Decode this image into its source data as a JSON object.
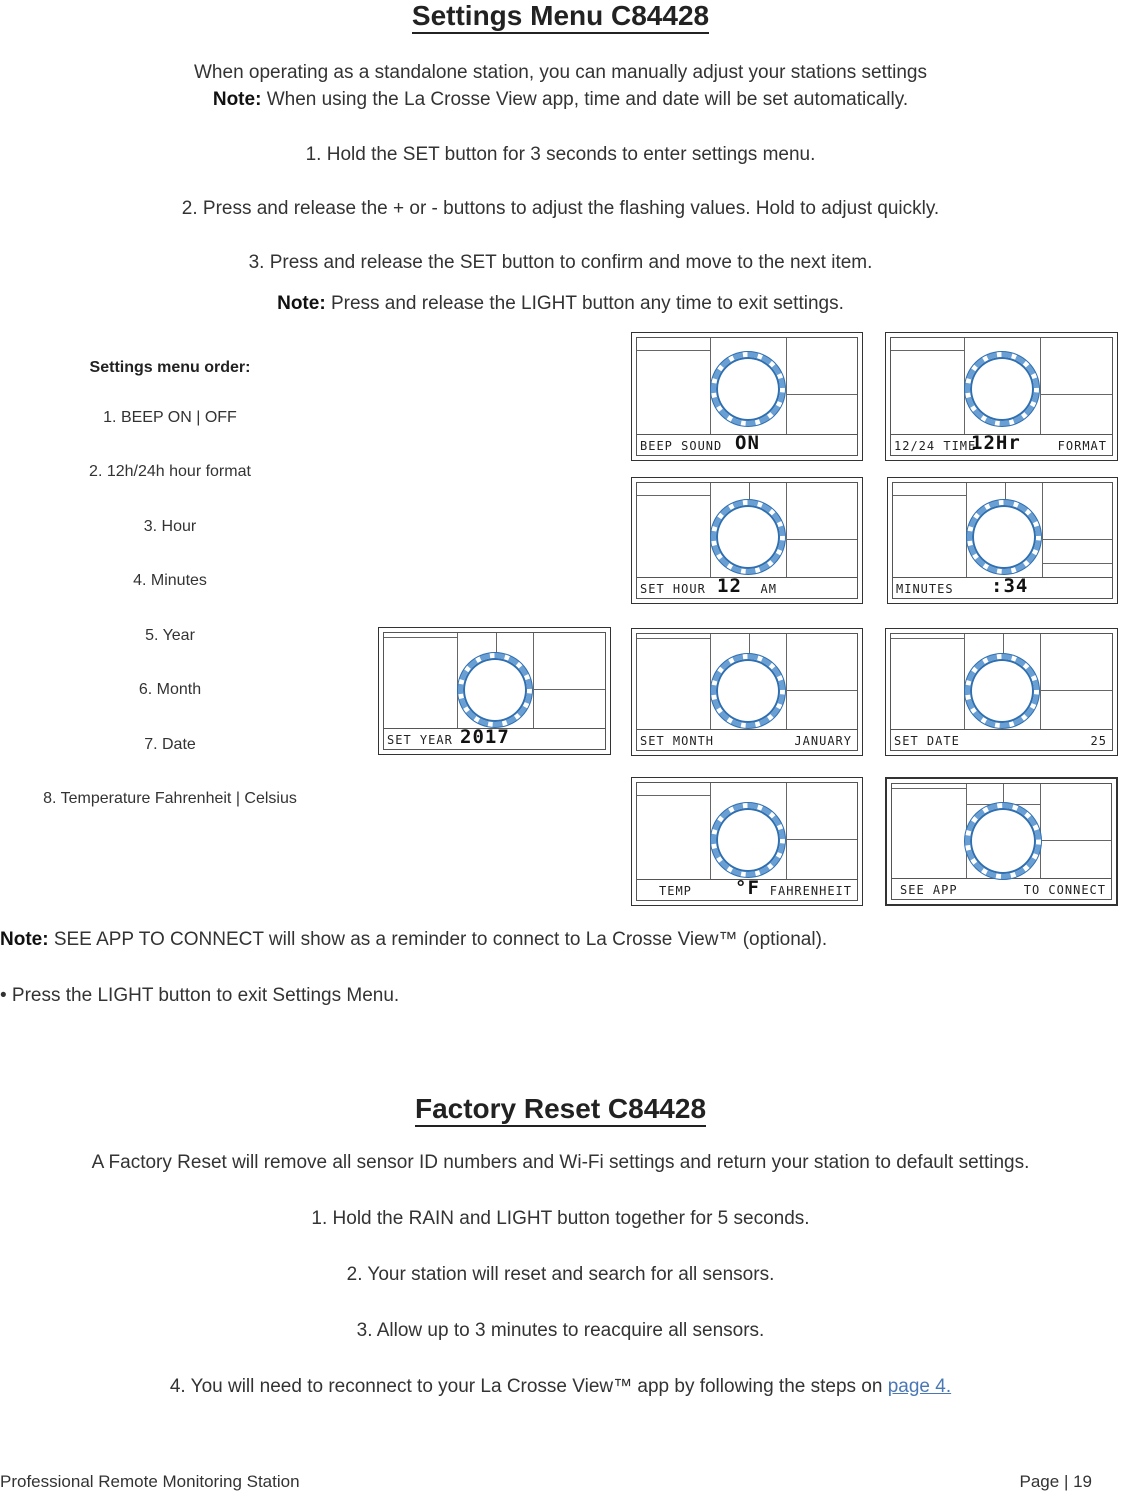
{
  "settings": {
    "title": "Settings Menu C84428",
    "intro": "When operating as a standalone station, you can manually adjust your stations settings",
    "note1_label": "Note:",
    "note1_text": " When using the La Crosse View app, time and date will be set automatically.",
    "step1": "1. Hold the SET button for 3 seconds to enter settings menu.",
    "step2": "2. Press and release the + or - buttons to adjust the flashing values. Hold to adjust quickly.",
    "step3": "3. Press and release the SET button to confirm and move to the next item.",
    "note2_label": "Note:",
    "note2_text": " Press and release the LIGHT button any time to exit settings.",
    "order_title": "Settings menu order:",
    "order": [
      "1.  BEEP ON | OFF",
      "2.  12h/24h hour format",
      "3.  Hour",
      "4.  Minutes",
      "5.  Year",
      "6.  Month",
      "7.  Date",
      "8. Temperature Fahrenheit | Celsius"
    ],
    "displays": [
      {
        "left": "BEEP SOUND",
        "center": "ON",
        "right": ""
      },
      {
        "left": "12/24 TIME",
        "center": "12Hr",
        "right": "FORMAT"
      },
      {
        "left": "SET HOUR",
        "center": "12",
        "right": "AM"
      },
      {
        "left": "MINUTES",
        "center": ":34",
        "right": ""
      },
      {
        "left": "SET YEAR",
        "center": "2017",
        "right": ""
      },
      {
        "left": "SET MONTH",
        "center": "",
        "right": "JANUARY"
      },
      {
        "left": "SET DATE",
        "center": "",
        "right": "25"
      },
      {
        "left": "TEMP",
        "center": "°F",
        "right": "FAHRENHEIT"
      },
      {
        "left": "SEE APP",
        "center": "",
        "right": "TO CONNECT"
      }
    ],
    "note3_label": "Note:",
    "note3_text": " SEE APP TO CONNECT will show as a reminder to connect to La Crosse View™ (optional).",
    "bullet": "• Press the LIGHT button to exit Settings Menu."
  },
  "reset": {
    "title": "Factory Reset C84428",
    "intro": "A Factory Reset will remove all sensor ID numbers and Wi-Fi settings and return your station to default settings.",
    "step1": "1. Hold the RAIN and LIGHT button together for 5 seconds.",
    "step2": "2. Your station will reset and search for all sensors.",
    "step3": "3. Allow up to 3 minutes to reacquire all sensors.",
    "step4_text": "4. You will need to reconnect to your La Crosse View™ app by following the steps on ",
    "step4_link": "page 4."
  },
  "footer": {
    "left": "Professional Remote Monitoring Station",
    "right": "Page | 19"
  }
}
